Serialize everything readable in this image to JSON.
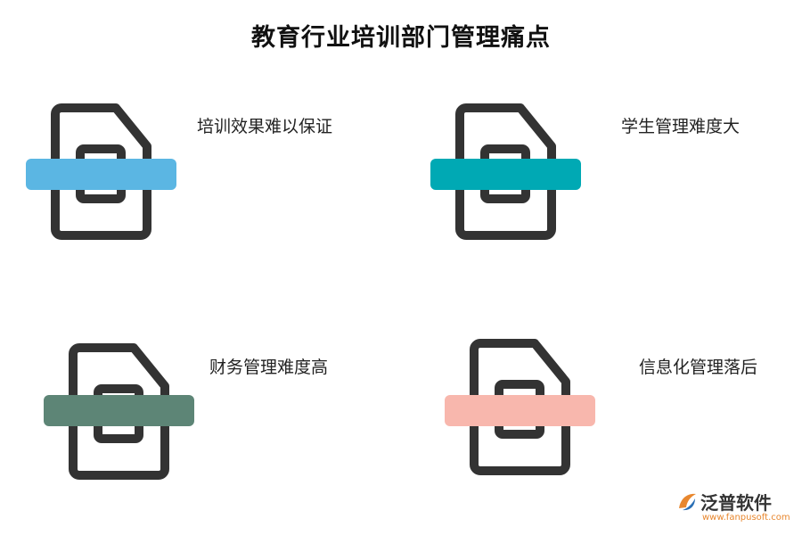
{
  "title": "教育行业培训部门管理痛点",
  "items": [
    {
      "label": "培训效果难以保证",
      "icon": "document-icon",
      "bar_color": "#5bb6e3"
    },
    {
      "label": "学生管理难度大",
      "icon": "document-icon",
      "bar_color": "#00a9b4"
    },
    {
      "label": "财务管理难度高",
      "icon": "document-icon",
      "bar_color": "#5d8576"
    },
    {
      "label": "信息化管理落后",
      "icon": "document-icon",
      "bar_color": "#f8b7ad"
    }
  ],
  "logo": {
    "name": "泛普软件",
    "url": "www.fanpusoft.com",
    "icon": "fanpu-logo-icon"
  },
  "colors": {
    "icon_stroke": "#333333",
    "logo_orange": "#e8872e",
    "logo_blue": "#2a6fb5"
  }
}
